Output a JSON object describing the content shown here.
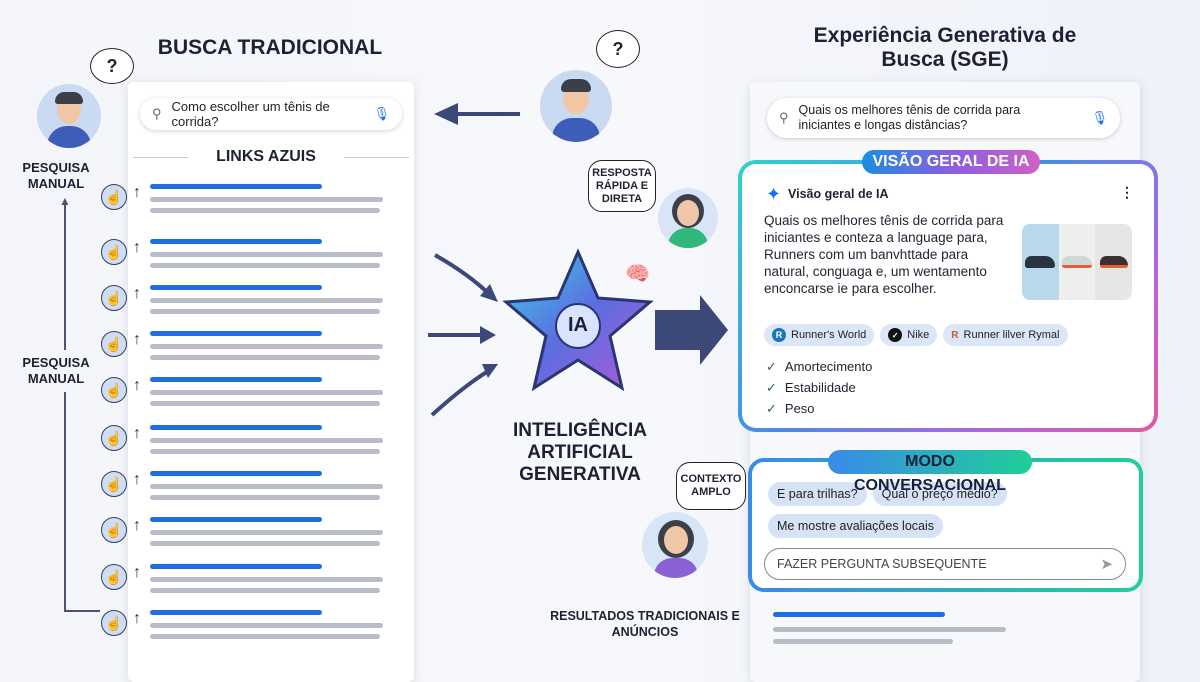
{
  "left": {
    "title": "BUSCA TRADICIONAL",
    "search_query": "Como escolher um tênis de corrida?",
    "links_header": "LINKS AZUIS",
    "label_top": "PESQUISA MANUAL",
    "label_mid": "PESQUISA MANUAL",
    "thought": "?"
  },
  "center": {
    "thought": "?",
    "star_label": "IA",
    "title": "INTELIGÊNCIA ARTIFICIAL GENERATIVA",
    "bubble_fast": "RESPOSTA RÁPIDA E DIRETA",
    "bubble_context": "CONTEXTO AMPLO",
    "traditional": "RESULTADOS TRADICIONAIS E ANÚNCIOS"
  },
  "right": {
    "title": "Experiência Generativa de Busca (SGE)",
    "search_query": "Quais os melhores tênis de corrida para iniciantes e longas distâncias?",
    "ai_badge": "VISÃO GERAL DE IA",
    "ai_header": "Visão geral de IA",
    "ai_text": "Quais os melhores tênis de corrida para iniciantes e conteza a language para, Runners com um banvhttade para natural, conguaga e, um wentamento enconcarse ie para escolher.",
    "sources": [
      {
        "icon": "R",
        "label": "Runner's World"
      },
      {
        "icon": "✓",
        "label": "Nike"
      },
      {
        "icon": "R",
        "label": "Runner lilver Rymal"
      }
    ],
    "checks": [
      "Amortecimento",
      "Estabilidade",
      "Peso"
    ],
    "conv_badge": "MODO CONVERSACIONAL",
    "suggestions": [
      "E para trilhas?",
      "Qual o preço médio?",
      "Me mostre avaliações locais"
    ],
    "followup_placeholder": "FAZER PERGUNTA SUBSEQUENTE"
  }
}
